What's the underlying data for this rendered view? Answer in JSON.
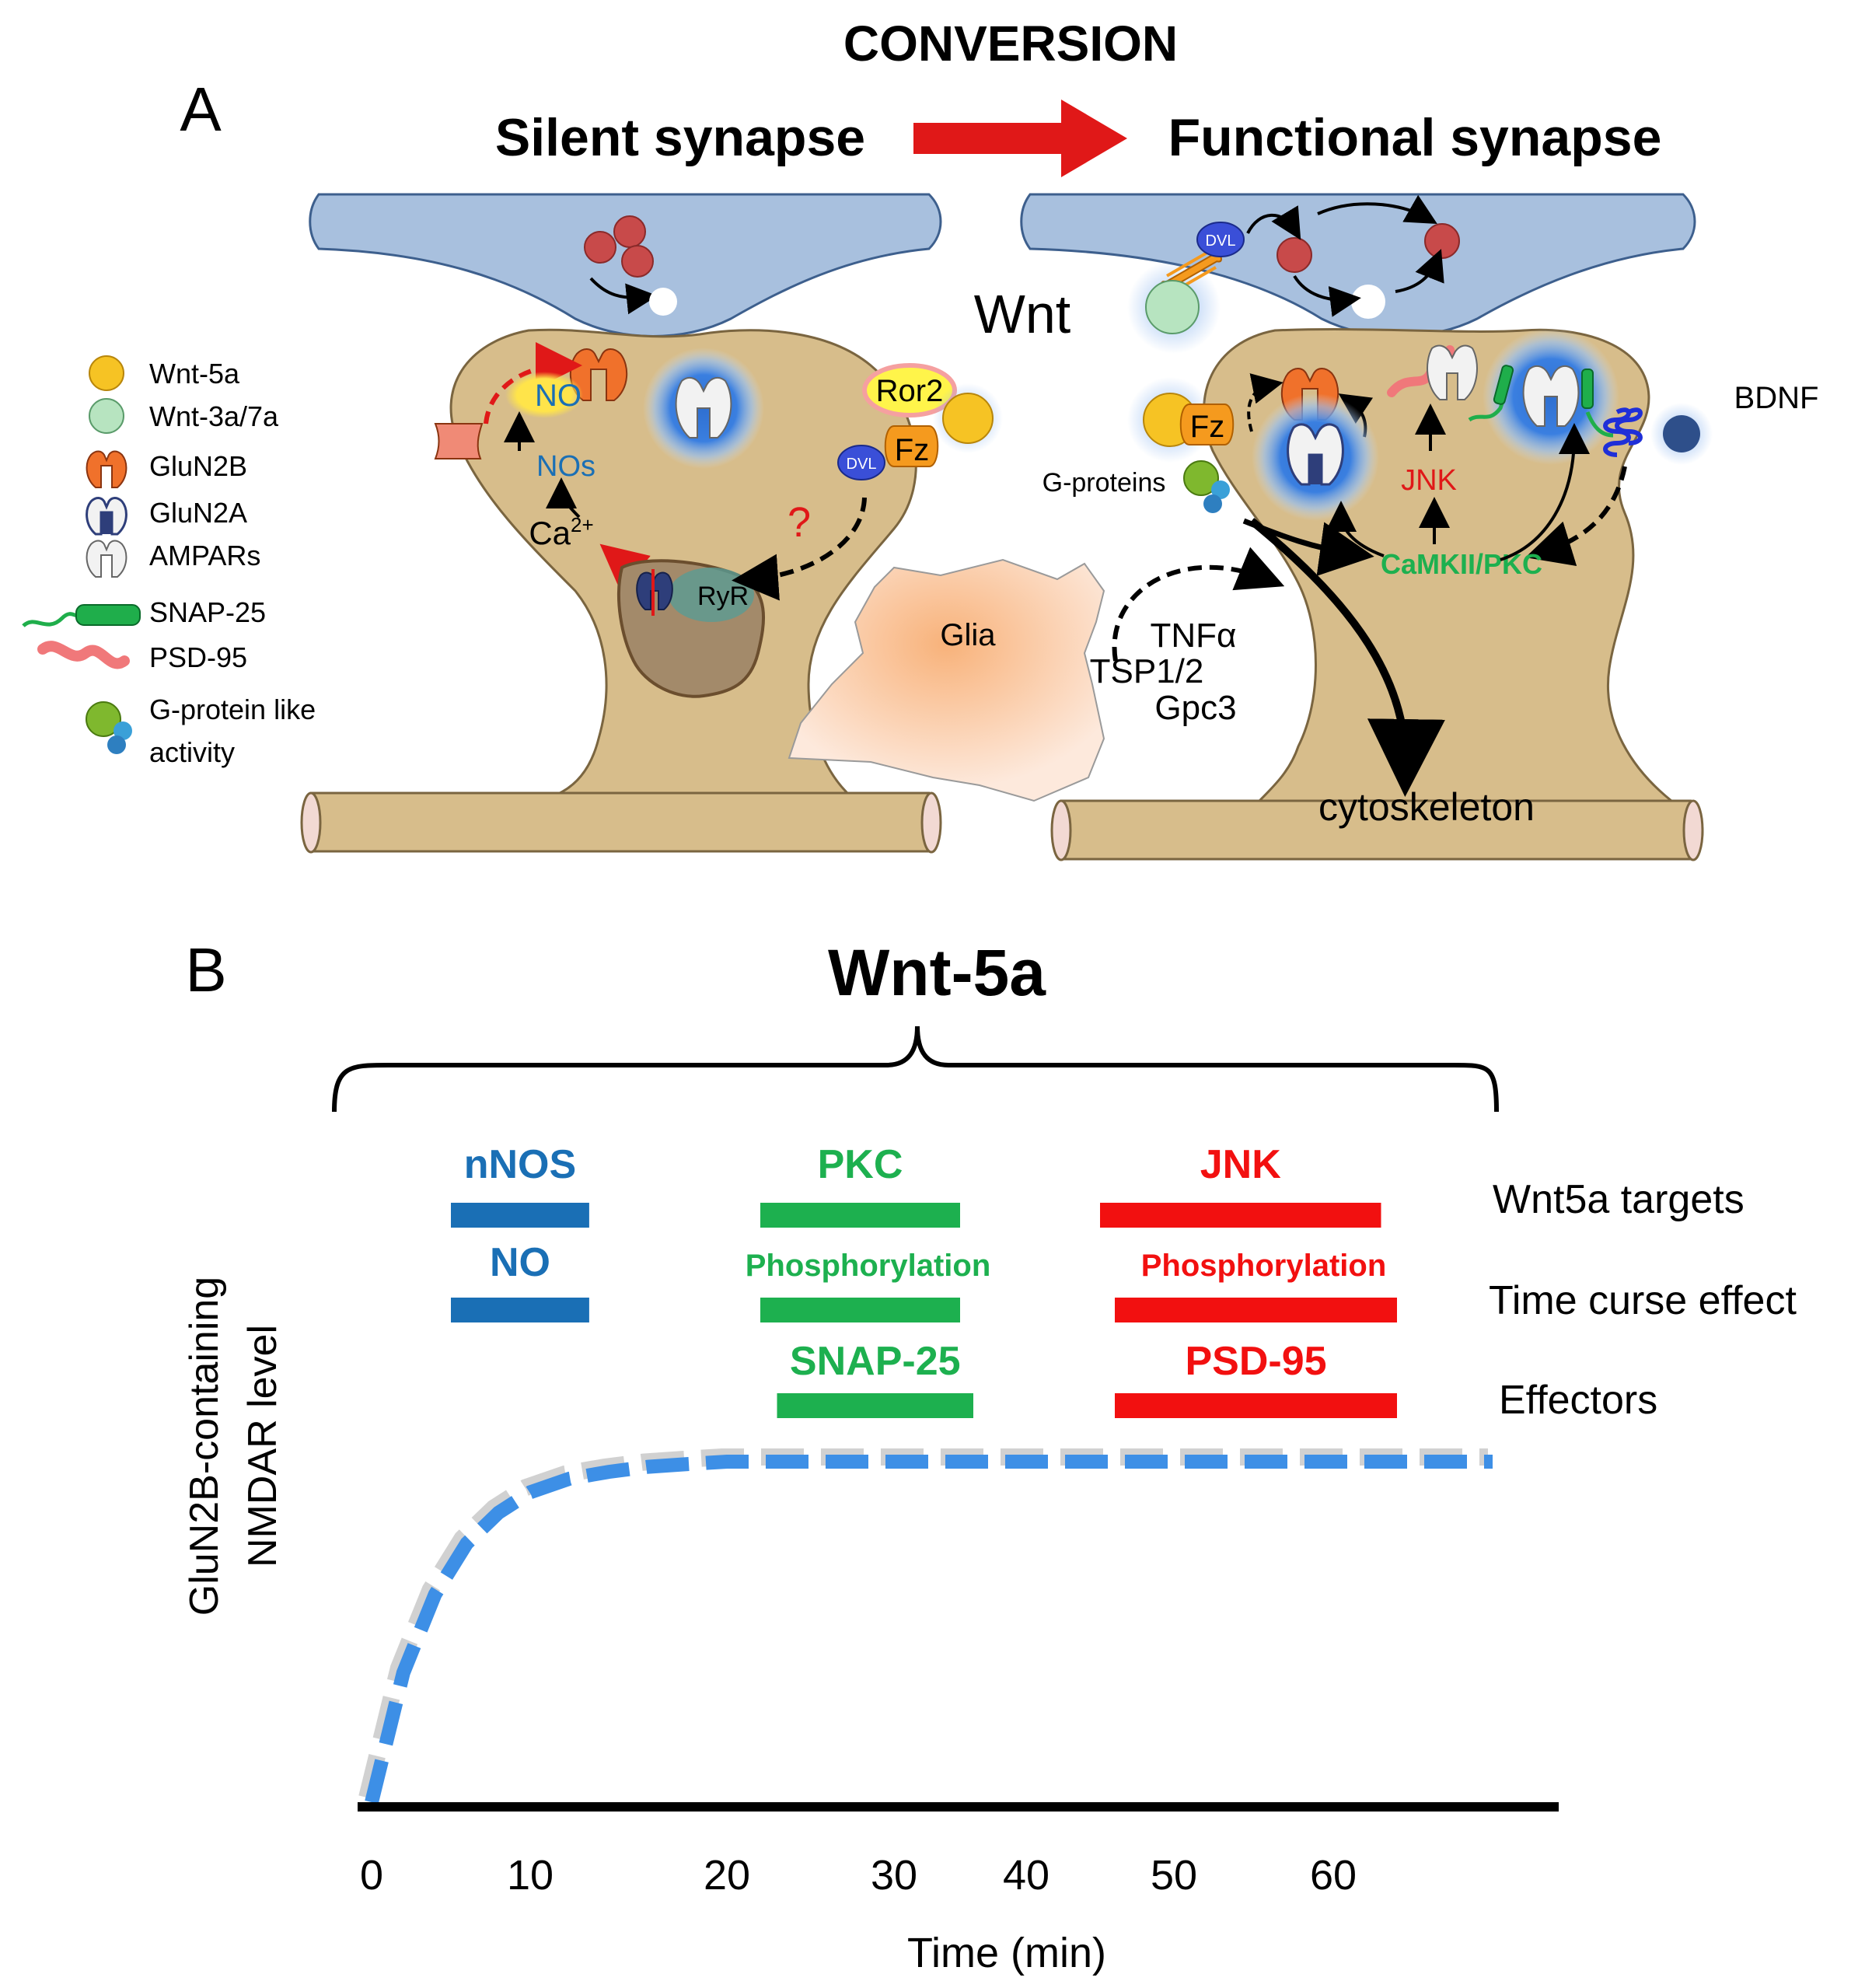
{
  "header": {
    "conversion": "CONVERSION",
    "panel_a": "A",
    "silent": "Silent synapse",
    "functional": "Functional synapse"
  },
  "legend": {
    "items": [
      {
        "label": "Wnt-5a",
        "icon": "wnt5a-icon",
        "color": "#f6c324"
      },
      {
        "label": "Wnt-3a/7a",
        "icon": "wnt3a-icon",
        "color": "#b7e4c0"
      },
      {
        "label": "GluN2B",
        "icon": "glun2b-icon",
        "color": "#f0712b"
      },
      {
        "label": "GluN2A",
        "icon": "glun2a-icon",
        "color": "#2e3e7a"
      },
      {
        "label": "AMPARs",
        "icon": "ampar-icon",
        "color": "#e8e8e8"
      },
      {
        "label": "SNAP-25",
        "icon": "snap25-icon",
        "color": "#1fae4b"
      },
      {
        "label": "PSD-95",
        "icon": "psd95-icon",
        "color": "#f0787a"
      },
      {
        "label": "G-protein like",
        "icon": "gprotein-icon",
        "color": "#7fb82e"
      },
      {
        "label": "activity"
      }
    ]
  },
  "silent": {
    "no": "NO",
    "nos": "NOs",
    "ca": "Ca",
    "ca_sup": "2+",
    "ryr": "RyR",
    "ror2": "Ror2",
    "fz": "Fz",
    "dvl": "DVL",
    "question": "?"
  },
  "middle": {
    "wnt": "Wnt",
    "glia": "Glia",
    "tnf": "TNFα",
    "tsp": "TSP1/2",
    "gpc": "Gpc3"
  },
  "functional": {
    "dvl": "DVL",
    "fz": "Fz",
    "gproteins": "G-proteins",
    "jnk": "JNK",
    "camkii": "CaMKII/PKC",
    "bdnf": "BDNF",
    "cytoskeleton": "cytoskeleton"
  },
  "panel_b": {
    "label": "B",
    "title": "Wnt-5a",
    "rows": [
      "Wnt5a targets",
      "Time curse effect",
      "Effectors"
    ],
    "ylabel_line1": "GluN2B-containing",
    "ylabel_line2": "NMDAR level",
    "xlabel": "Time (min)"
  },
  "chart_data": {
    "type": "line",
    "xlabel": "Time (min)",
    "ylabel": "GluN2B-containing NMDAR level",
    "xticks": [
      0,
      10,
      20,
      30,
      40,
      50,
      60
    ],
    "xlim": [
      0,
      70
    ],
    "bars": [
      {
        "label": "nNOS",
        "row": "Wnt5a targets",
        "start": 5,
        "end": 13,
        "color": "#1a6fb5"
      },
      {
        "label": "PKC",
        "row": "Wnt5a targets",
        "start": 22,
        "end": 35,
        "color": "#1db04f"
      },
      {
        "label": "JNK",
        "row": "Wnt5a targets",
        "start": 45,
        "end": 63,
        "color": "#f21010"
      },
      {
        "label": "NO",
        "row": "Time curse effect",
        "start": 5,
        "end": 13,
        "color": "#1a6fb5"
      },
      {
        "label": "Phosphorylation",
        "row": "Time curse effect",
        "start": 22,
        "end": 35,
        "color": "#1db04f"
      },
      {
        "label": "Phosphorylation",
        "row": "Time curse effect",
        "start": 46,
        "end": 64,
        "color": "#f21010"
      },
      {
        "label": "SNAP-25",
        "row": "Effectors",
        "start": 23,
        "end": 36,
        "color": "#1db04f"
      },
      {
        "label": "PSD-95",
        "row": "Effectors",
        "start": 46,
        "end": 64,
        "color": "#f21010"
      }
    ],
    "series": [
      {
        "style": "dashed",
        "color": "#3d8fe6",
        "x": [
          0,
          2,
          4,
          6,
          8,
          10,
          12,
          14,
          16,
          18,
          20,
          25,
          30,
          40,
          50,
          60,
          70
        ],
        "y": [
          0,
          0.38,
          0.61,
          0.76,
          0.85,
          0.91,
          0.95,
          0.97,
          0.985,
          0.993,
          1.0,
          1.0,
          1.0,
          1.0,
          1.0,
          1.0,
          1.0
        ]
      }
    ]
  }
}
